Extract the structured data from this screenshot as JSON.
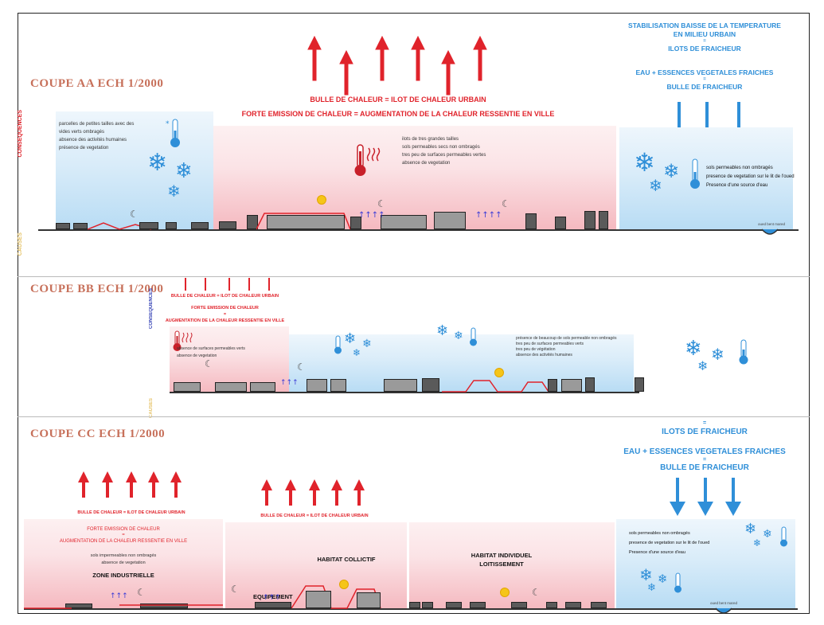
{
  "sectionAA": {
    "title": "COUPE AA   ECH 1/2000",
    "bulle": "BULLE DE CHALEUR  =  ILOT DE CHALEUR URBAIN",
    "forte": "FORTE EMISSION DE CHALEUR  =  AUGMENTATION DE LA CHALEUR RESSENTIE EN VILLE",
    "stab1": "STABILISATION BAISSE DE LA TEMPERATURE",
    "stab2": "EN MILIEU URBAIN",
    "eq1": "=",
    "stab3": "ILOTS DE FRAICHEUR",
    "eau": "EAU  + ESSENCES VEGETALES FRAICHES",
    "eq2": "=",
    "bulleFraicheur": "BULLE DE FRAICHEUR",
    "leftText": [
      "parcelles de petites tailles avec des",
      "vides verts ombragés",
      "absence des activités humaines",
      "présence de vegetation"
    ],
    "midText": [
      "ilots de tres grandes tailles",
      "sols permeables secs non ombragés",
      "tres peu de surfaces permeables vertes",
      "absence de vegetation"
    ],
    "rightText": [
      "sols permeables non ombragés",
      "presence de vegetation sur le lit de l'oued",
      "Presence d'une source d'eau"
    ],
    "consequences": "CONSEQUENCES",
    "causes": "CAUSES",
    "oued": "oued bent mared"
  },
  "sectionBB": {
    "title": "COUPE BB   ECH 1/2000",
    "bulle": "BULLE DE CHALEUR  =  ILOT DE CHALEUR URBAIN",
    "forte1": "FORTE EMISSION DE CHALEUR",
    "eq": "=",
    "forte2": "AUGMENTATION DE LA CHALEUR RESSENTIE EN VILLE",
    "leftText": [
      "absence de surfaces permeables verts",
      "absence de vegetation"
    ],
    "rightText": [
      "présence de beaucoup de sols permeable non ombragés",
      "tres peu de surfaces permeables verts",
      "tres peu de végétation",
      "absence des activités humaines"
    ],
    "consequences": "CONSEQUENCES",
    "causes": "CAUSES"
  },
  "sectionCC": {
    "title": "COUPE CC   ECH 1/2000",
    "eq1": "=",
    "ilots": "ILOTS DE FRAICHEUR",
    "eau": "EAU  + ESSENCES VEGETALES FRAICHES",
    "eq2": "=",
    "bulleFraicheur": "BULLE DE FRAICHEUR",
    "bulle1": "BULLE DE CHALEUR  =  ILOT DE CHALEUR URBAIN",
    "bulle2": "BULLE DE CHALEUR  =  ILOT DE CHALEUR URBAIN",
    "forte1": "FORTE EMISSION DE CHALEUR",
    "eq3": "=",
    "forte2": "AUGMENTATION DE LA CHALEUR RESSENTIE EN VILLE",
    "sols": [
      "sols impermeables non ombragés",
      "absence de vegetation"
    ],
    "zone": "ZONE INDUSTRIELLE",
    "equipement": "EQUIPEMENT",
    "habitatCollectif": "HABITAT COLLICTIF",
    "habitatIndiv1": "HABITAT INDIVIDUEL",
    "habitatIndiv2": "LOITISSEMENT",
    "rightText": [
      "sols permeables non ombragés",
      "presence de vegetation sur le lit de l'oued",
      "Presence d'une source d'eau"
    ],
    "oued": "oued bent mared"
  },
  "colors": {
    "heat": "#e0232b",
    "cool": "#2f8fd8",
    "title": "#c7705a"
  }
}
